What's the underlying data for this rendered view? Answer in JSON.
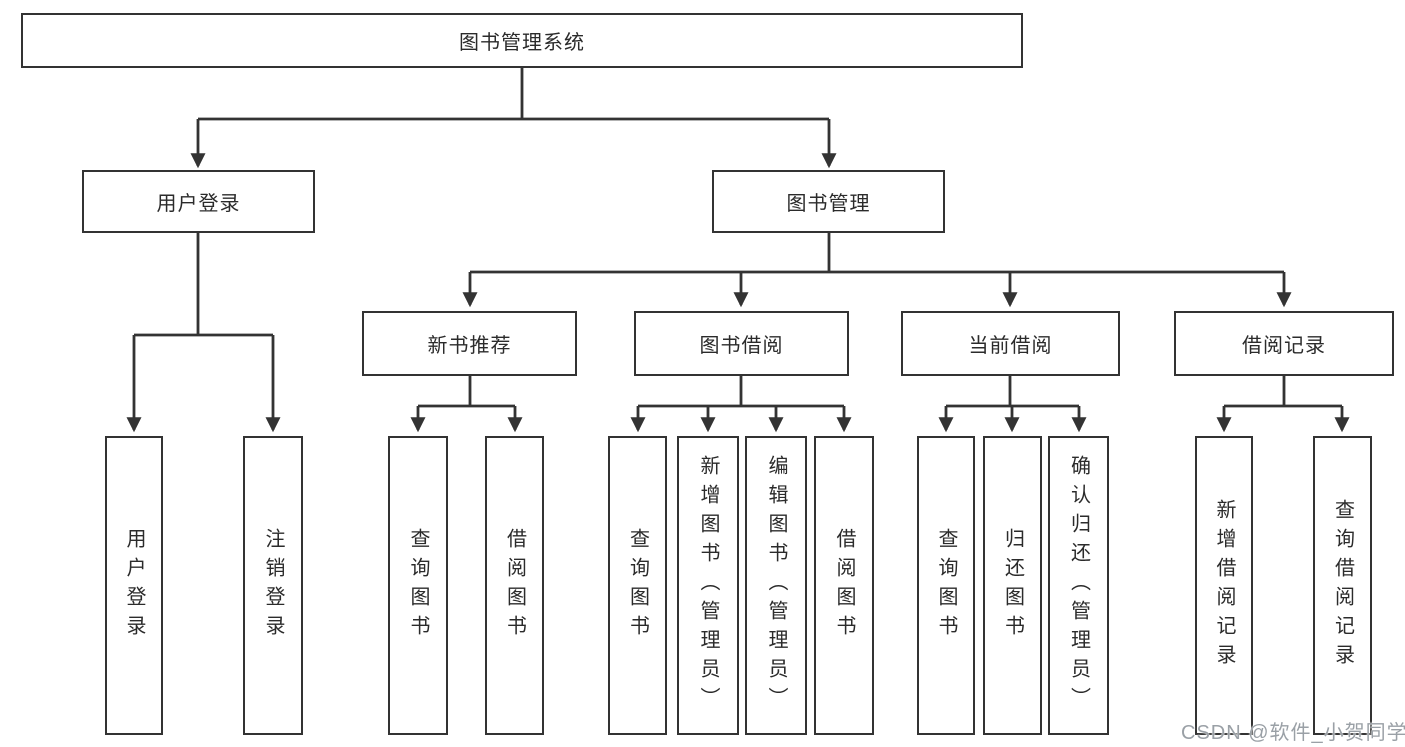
{
  "diagram": {
    "title": "图书管理系统",
    "root": "图书管理系统",
    "branches": [
      {
        "label": "用户登录",
        "children": [
          "用户登录",
          "注销登录"
        ]
      },
      {
        "label": "图书管理",
        "children": [
          {
            "label": "新书推荐",
            "children": [
              "查询图书",
              "借阅图书"
            ]
          },
          {
            "label": "图书借阅",
            "children": [
              "查询图书",
              "新增图书（管理员）",
              "编辑图书（管理员）",
              "借阅图书"
            ]
          },
          {
            "label": "当前借阅",
            "children": [
              "查询图书",
              "归还图书",
              "确认归还（管理员）"
            ]
          },
          {
            "label": "借阅记录",
            "children": [
              "新增借阅记录",
              "查询借阅记录"
            ]
          }
        ]
      }
    ]
  },
  "watermark": "CSDN @软件_小贺同学",
  "colors": {
    "line": "#333333",
    "box_border": "#333333",
    "text": "#2b2b2b",
    "watermark": "#9aa0a6",
    "background": "#ffffff"
  }
}
